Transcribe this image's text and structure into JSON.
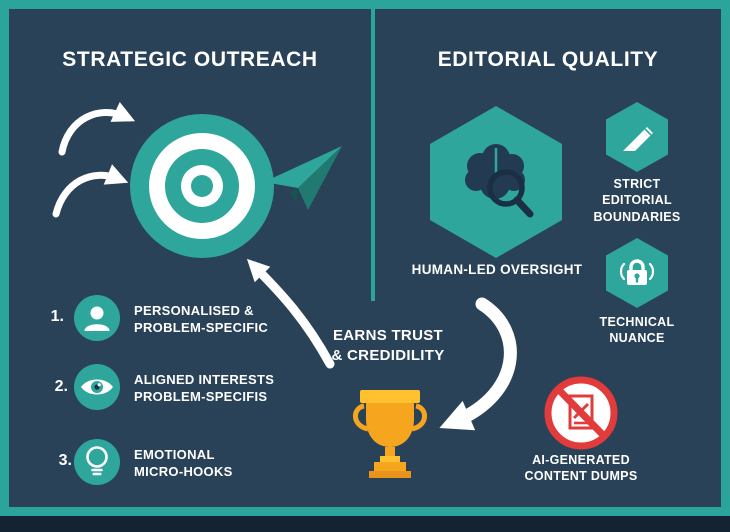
{
  "colors": {
    "background": "#2a4257",
    "border_teal": "#2ba59b",
    "accent_teal": "#2fa69c",
    "icon_navy": "#223a52",
    "white": "#ffffff",
    "trophy_gold": "#f6a51f",
    "trophy_gold_light": "#ffc12e",
    "prohibition_red": "#e23b3b"
  },
  "left": {
    "title": "STRATEGIC OUTREACH",
    "items": [
      {
        "number": "1.",
        "icon": "person-icon",
        "lines": [
          "PERSONALISED &",
          "PROBLEM-SPECIFIC"
        ]
      },
      {
        "number": "2.",
        "icon": "eye-icon",
        "lines": [
          "ALIGNED INTERESTS",
          "PROBLEM-SPECIFIS"
        ]
      },
      {
        "number": "3.",
        "icon": "lightbulb-icon",
        "lines": [
          "EMOTIONAL",
          "MICRO-HOOKS"
        ]
      }
    ]
  },
  "right": {
    "title": "EDITORIAL QUALITY",
    "main": {
      "icon": "brain-magnifier-icon",
      "label": "HUMAN-LED OVERSIGHT"
    },
    "badges": [
      {
        "icon": "pencil-icon",
        "lines": [
          "STRICT",
          "EDITORIAL",
          "BOUNDARIES"
        ]
      },
      {
        "icon": "code-lock-icon",
        "lines": [
          "TECHNICAL",
          "NUANCE"
        ]
      }
    ],
    "prohibited": {
      "icon": "no-ai-content-icon",
      "lines": [
        "AI-GENERATED",
        "CONTENT DUMPS"
      ]
    }
  },
  "center": {
    "icon": "trophy-icon",
    "lines": [
      "EARNS TRUST",
      "& CREDIDILITY"
    ]
  }
}
